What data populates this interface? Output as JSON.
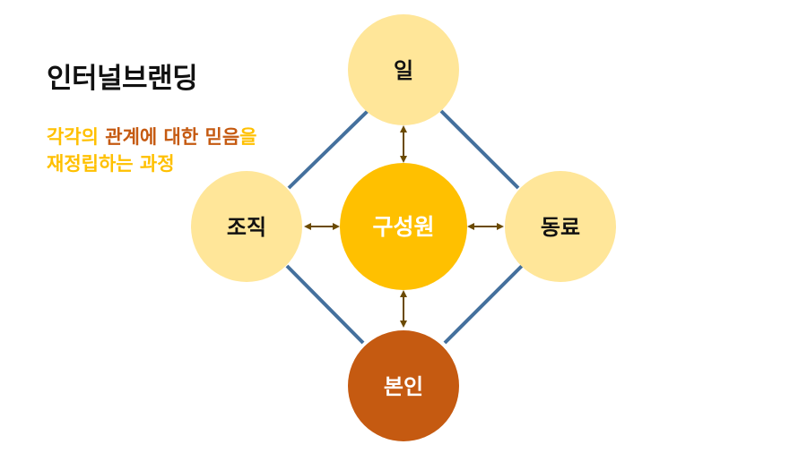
{
  "title": "인터널브랜딩",
  "subtitle": {
    "line1": [
      {
        "text": "각각의 ",
        "tone": "gold"
      },
      {
        "text": "관계에 대한 믿음",
        "tone": "brown"
      },
      {
        "text": "을",
        "tone": "gold"
      }
    ],
    "line2": "재정립하는 과정"
  },
  "colors": {
    "outer_node": "#ffe699",
    "center_node": "#ffc000",
    "self_node": "#c55a11",
    "connector": "#44709d",
    "arrow": "#6b4a00",
    "dark_text": "#111111",
    "light_text": "#ffffff",
    "subtitle_gold": "#ffc000",
    "subtitle_brown": "#c55a11"
  },
  "diagram": {
    "nodes": {
      "top": "일",
      "left": "조직",
      "center": "구성원",
      "right": "동료",
      "bottom": "본인"
    }
  }
}
